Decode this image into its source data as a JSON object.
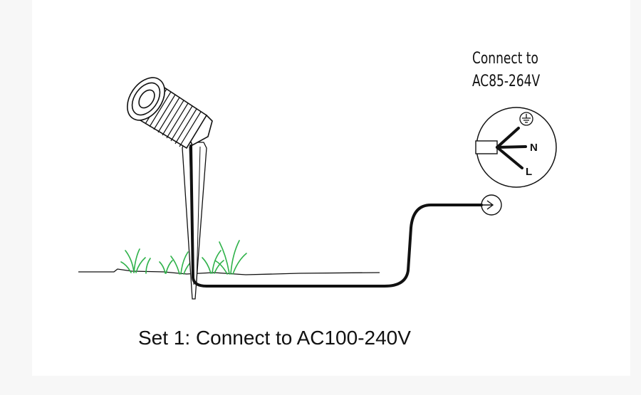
{
  "connection_label": {
    "line1": "Connect to",
    "line2": "AC85-264V"
  },
  "terminals": {
    "neutral": "N",
    "live": "L"
  },
  "caption": "Set 1: Connect to AC100-240V",
  "colors": {
    "line": "#111111",
    "grass": "#2fb24a",
    "background": "#ffffff"
  }
}
